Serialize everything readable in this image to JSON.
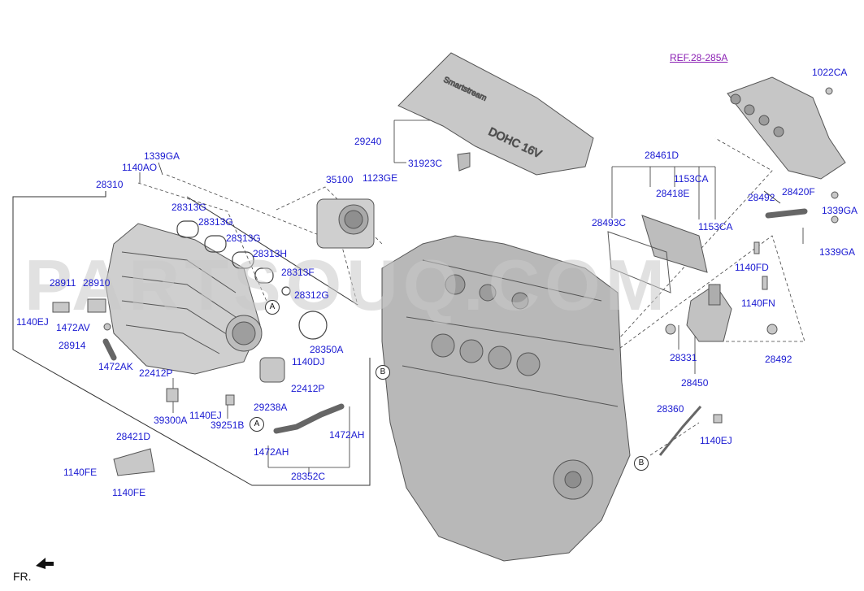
{
  "labels": {
    "l1339ga_a": "1339GA",
    "l1140ao": "1140AO",
    "l28310": "28310",
    "l28313g_a": "28313G",
    "l28313g_b": "28313G",
    "l28313g_c": "28313G",
    "l28313h": "28313H",
    "l28313f": "28313F",
    "l28312g": "28312G",
    "l28911": "28911",
    "l28910": "28910",
    "l1140ej_a": "1140EJ",
    "l1472av": "1472AV",
    "l28914": "28914",
    "l1472ak": "1472AK",
    "l22412p_a": "22412P",
    "l39300a": "39300A",
    "l1140ej_b": "1140EJ",
    "l39251b": "39251B",
    "l28421d": "28421D",
    "l1140fe_a": "1140FE",
    "l1140fe_b": "1140FE",
    "l35100": "35100",
    "l1123ge": "1123GE",
    "l28350a": "28350A",
    "l1140dj": "1140DJ",
    "l22412p_b": "22412P",
    "l29238a": "29238A",
    "l1472ah_a": "1472AH",
    "l1472ah_b": "1472AH",
    "l28352c": "28352C",
    "l29240": "29240",
    "l31923c": "31923C",
    "lref": "REF.28-285A",
    "l1022ca": "1022CA",
    "l28461d": "28461D",
    "l1153ca_a": "1153CA",
    "l28418e": "28418E",
    "l1153ca_b": "1153CA",
    "l28493c": "28493C",
    "l28492_a": "28492",
    "l28420f": "28420F",
    "l1339ga_b": "1339GA",
    "l1339ga_c": "1339GA",
    "l1140fd": "1140FD",
    "l1140fn": "1140FN",
    "l28331": "28331",
    "l28492_b": "28492",
    "l28450": "28450",
    "l28360": "28360",
    "l1140ej_c": "1140EJ"
  },
  "callouts": {
    "a1": "A",
    "a2": "A",
    "b1": "B",
    "b2": "B"
  },
  "cover_text": {
    "brand": "Smartstream",
    "engine": "DOHC 16V"
  },
  "watermark": "PARTSOUQ.COM",
  "direction_label": "FR."
}
